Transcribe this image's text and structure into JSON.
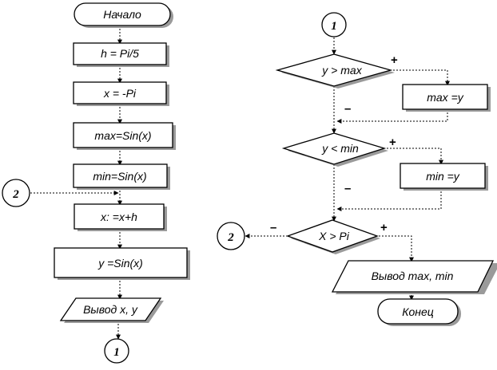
{
  "nodes": {
    "start": "Начало",
    "h_assign": "h = Pi/5",
    "x_init": "x = -Pi",
    "max_init": "max=Sin(x)",
    "min_init": "min=Sin(x)",
    "x_step": "x: =x+h",
    "y_calc": "y =Sin(x)",
    "output_xy": "Вывод x, y",
    "cond_max": "y > max",
    "max_assign": "max =y",
    "cond_min": "y < min",
    "min_assign": "min =y",
    "cond_x": "X > Pi",
    "output_maxmin": "Вывод max, min",
    "end": "Конец"
  },
  "connectors": {
    "c1_bottom": "1",
    "c1_top": "1",
    "c2_left": "2",
    "c2_right": "2"
  },
  "branches": {
    "max_yes": "+",
    "max_no": "–",
    "min_yes": "+",
    "min_no": "–",
    "x_yes": "+",
    "x_no": "–"
  }
}
